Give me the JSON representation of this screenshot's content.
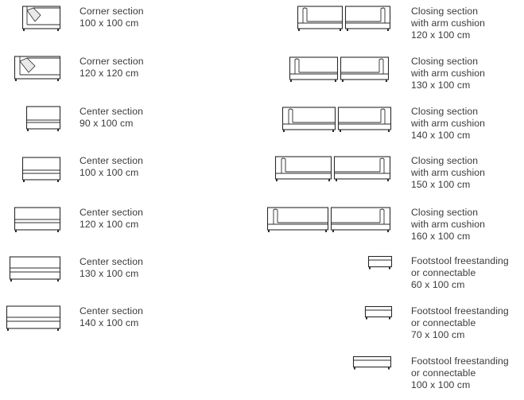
{
  "left_column": [
    {
      "name": "Corner section",
      "size": "100 x 100 cm"
    },
    {
      "name": "Corner section",
      "size": "120 x 120 cm"
    },
    {
      "name": "Center section",
      "size": "90 x 100 cm"
    },
    {
      "name": "Center section",
      "size": "100 x 100 cm"
    },
    {
      "name": "Center section",
      "size": "120 x 100 cm"
    },
    {
      "name": "Center section",
      "size": "130 x 100 cm"
    },
    {
      "name": "Center section",
      "size": "140 x 100 cm"
    }
  ],
  "right_column": [
    {
      "line1": "Closing section",
      "line2": "with arm cushion",
      "size": "120 x 100 cm"
    },
    {
      "line1": "Closing section",
      "line2": "with arm cushion",
      "size": "130 x 100 cm"
    },
    {
      "line1": "Closing section",
      "line2": "with arm cushion",
      "size": "140 x 100 cm"
    },
    {
      "line1": "Closing section",
      "line2": "with arm cushion",
      "size": "150 x 100 cm"
    },
    {
      "line1": "Closing section",
      "line2": "with arm cushion",
      "size": "160 x 100 cm"
    },
    {
      "line1": "Footstool freestanding",
      "line2": "or connectable",
      "size": "60 x 100 cm"
    },
    {
      "line1": "Footstool freestanding",
      "line2": "or connectable",
      "size": "70 x 100 cm"
    },
    {
      "line1": "Footstool freestanding",
      "line2": "or connectable",
      "size": "100 x 100 cm"
    }
  ]
}
